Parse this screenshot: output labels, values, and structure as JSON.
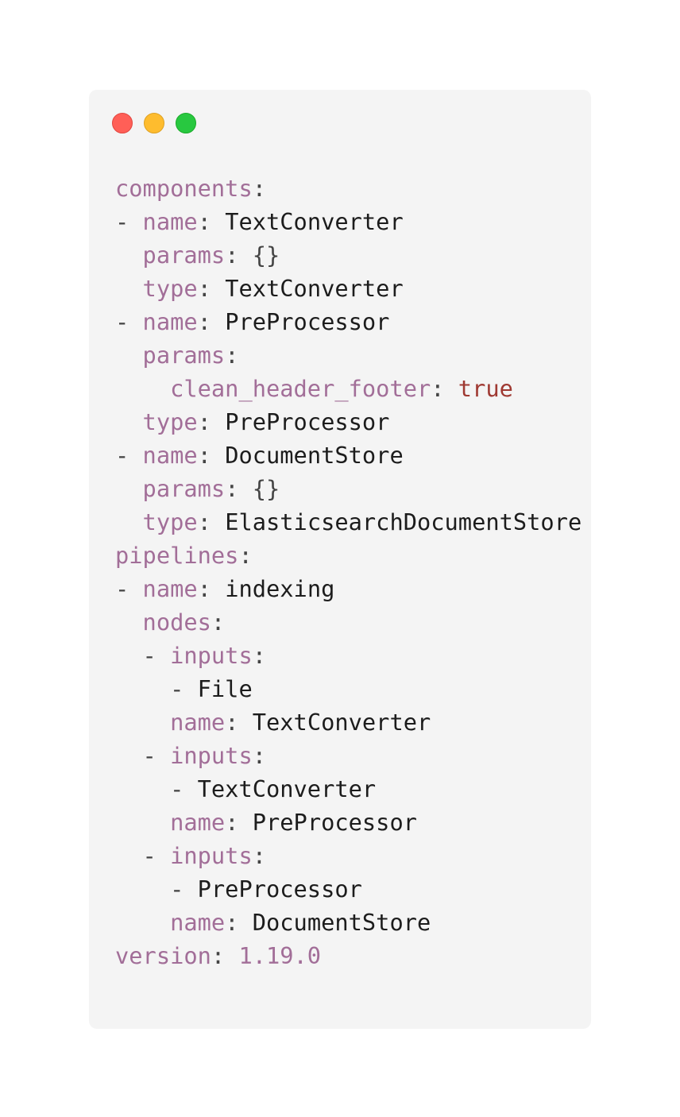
{
  "window": {
    "controls": {
      "close_color": "#ff5f57",
      "minimize_color": "#febc2e",
      "maximize_color": "#28c840"
    }
  },
  "code": {
    "lines": [
      {
        "indent": "",
        "key": "components",
        "sep": ":",
        "value": ""
      },
      {
        "indent": "- ",
        "key": "name",
        "sep": ": ",
        "value": "TextConverter"
      },
      {
        "indent": "  ",
        "key": "params",
        "sep": ": ",
        "value": "{}"
      },
      {
        "indent": "  ",
        "key": "type",
        "sep": ": ",
        "value": "TextConverter"
      },
      {
        "indent": "- ",
        "key": "name",
        "sep": ": ",
        "value": "PreProcessor"
      },
      {
        "indent": "  ",
        "key": "params",
        "sep": ":",
        "value": ""
      },
      {
        "indent": "    ",
        "key": "clean_header_footer",
        "sep": ": ",
        "value": "true"
      },
      {
        "indent": "  ",
        "key": "type",
        "sep": ": ",
        "value": "PreProcessor"
      },
      {
        "indent": "- ",
        "key": "name",
        "sep": ": ",
        "value": "DocumentStore"
      },
      {
        "indent": "  ",
        "key": "params",
        "sep": ": ",
        "value": "{}"
      },
      {
        "indent": "  ",
        "key": "type",
        "sep": ": ",
        "value": "ElasticsearchDocumentStore"
      },
      {
        "indent": "",
        "key": "pipelines",
        "sep": ":",
        "value": ""
      },
      {
        "indent": "- ",
        "key": "name",
        "sep": ": ",
        "value": "indexing"
      },
      {
        "indent": "  ",
        "key": "nodes",
        "sep": ":",
        "value": ""
      },
      {
        "indent": "  - ",
        "key": "inputs",
        "sep": ":",
        "value": ""
      },
      {
        "indent": "    - ",
        "key": "",
        "sep": "",
        "value": "File"
      },
      {
        "indent": "    ",
        "key": "name",
        "sep": ": ",
        "value": "TextConverter"
      },
      {
        "indent": "  - ",
        "key": "inputs",
        "sep": ":",
        "value": ""
      },
      {
        "indent": "    - ",
        "key": "",
        "sep": "",
        "value": "TextConverter"
      },
      {
        "indent": "    ",
        "key": "name",
        "sep": ": ",
        "value": "PreProcessor"
      },
      {
        "indent": "  - ",
        "key": "inputs",
        "sep": ":",
        "value": ""
      },
      {
        "indent": "    - ",
        "key": "",
        "sep": "",
        "value": "PreProcessor"
      },
      {
        "indent": "    ",
        "key": "name",
        "sep": ": ",
        "value": "DocumentStore"
      },
      {
        "indent": "",
        "key": "version",
        "sep": ": ",
        "value": "1.19.0"
      }
    ]
  },
  "colors": {
    "key": "#a26e98",
    "value": "#1c1c1c",
    "boolean": "#9f3932",
    "background": "#f4f4f4"
  }
}
